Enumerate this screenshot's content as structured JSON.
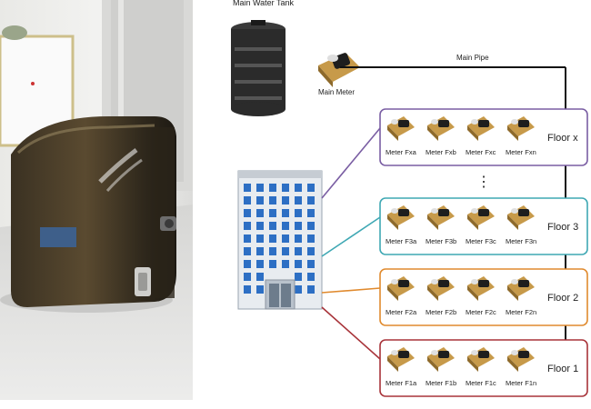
{
  "photo": {
    "description_icon": "water-meter-device-photo"
  },
  "diagram": {
    "tank_label": "Main Water Tank",
    "main_meter_label": "Main Meter",
    "main_pipe_label": "Main Pipe",
    "ellipsis": "⋮",
    "floors": [
      {
        "label": "Floor x",
        "color": "#7a5ea3",
        "meters": [
          "Meter Fxa",
          "Meter Fxb",
          "Meter Fxc",
          "Meter Fxn"
        ]
      },
      {
        "label": "Floor 3",
        "color": "#3fa8b4",
        "meters": [
          "Meter F3a",
          "Meter F3b",
          "Meter F3c",
          "Meter F3n"
        ]
      },
      {
        "label": "Floor 2",
        "color": "#e08a2e",
        "meters": [
          "Meter F2a",
          "Meter F2b",
          "Meter F2c",
          "Meter F2n"
        ]
      },
      {
        "label": "Floor 1",
        "color": "#a8343a",
        "meters": [
          "Meter F1a",
          "Meter F1b",
          "Meter F1c",
          "Meter F1n"
        ]
      }
    ],
    "pipe_color": "#111111"
  }
}
